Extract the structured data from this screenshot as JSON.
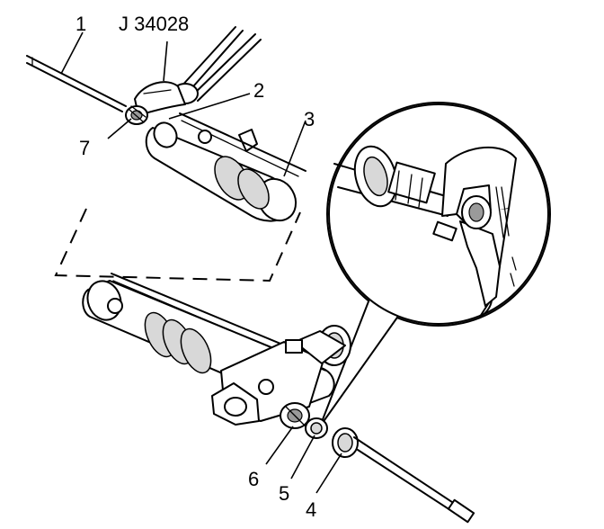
{
  "diagram": {
    "tool_label": "J 34028",
    "callouts": [
      {
        "id": "1",
        "text": "1"
      },
      {
        "id": "2",
        "text": "2"
      },
      {
        "id": "3",
        "text": "3"
      },
      {
        "id": "4",
        "text": "4"
      },
      {
        "id": "5",
        "text": "5"
      },
      {
        "id": "6",
        "text": "6"
      },
      {
        "id": "7",
        "text": "7"
      }
    ]
  }
}
